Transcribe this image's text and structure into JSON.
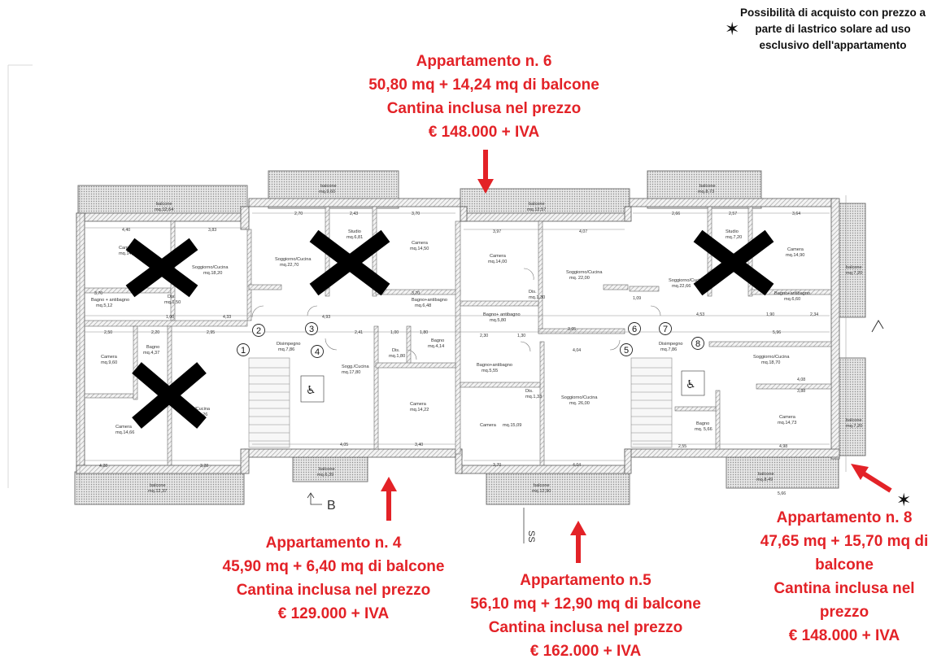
{
  "note": {
    "lines": [
      "Possibilità di acquisto con prezzo a",
      "parte di lastrico solare ad uso",
      "esclusivo dell'appartamento"
    ]
  },
  "apartments": {
    "a6": {
      "lines": [
        "Appartamento n. 6",
        "50,80 mq + 14,24 mq di balcone",
        "Cantina inclusa nel prezzo",
        "€ 148.000 + IVA"
      ]
    },
    "a4": {
      "lines": [
        "Appartamento n. 4",
        "45,90 mq + 6,40 mq di balcone",
        "Cantina inclusa nel prezzo",
        "€ 129.000 + IVA"
      ]
    },
    "a5": {
      "lines": [
        "Appartamento n.5",
        "56,10 mq + 12,90 mq di balcone",
        "Cantina inclusa nel prezzo",
        "€ 162.000 + IVA"
      ]
    },
    "a8": {
      "lines": [
        "Appartamento n. 8",
        "47,65 mq + 15,70 mq di",
        "balcone",
        "Cantina inclusa nel",
        "prezzo",
        "€ 148.000 + IVA"
      ]
    }
  },
  "colors": {
    "accent": "#e32227",
    "wall": "#7a7a7a",
    "cross": "#000000"
  },
  "plan": {
    "section_label": "B",
    "section_label_2": "SS",
    "circles": [
      "1",
      "2",
      "3",
      "4",
      "5",
      "6",
      "7",
      "8"
    ],
    "rooms": [
      {
        "name": "Camera",
        "area": "mq.14,"
      },
      {
        "name": "Soggiorno/Cucina",
        "area": "mq.18,20"
      },
      {
        "name": "Dis.",
        "area": "mq.1,50"
      },
      {
        "name": "Bagno + antibagno",
        "area": "mq.5,12"
      },
      {
        "name": "Soggiorno/Cucina",
        "area": "mq.22,70"
      },
      {
        "name": "Studio",
        "area": "mq.6,81"
      },
      {
        "name": "Camera",
        "area": "mq.14,50"
      },
      {
        "name": "Bagno+antibagno",
        "area": "mq.6,48"
      },
      {
        "name": "Camera",
        "area": "mq.14,00"
      },
      {
        "name": "Soggiorno/Cucina",
        "area": "mq. 22,00"
      },
      {
        "name": "Dis.",
        "area": "mq.1,30"
      },
      {
        "name": "Bagno+ antibagno",
        "area": "mq.5,80"
      },
      {
        "name": "Soggiorno/Cucina",
        "area": "mq.22,66"
      },
      {
        "name": "Studio",
        "area": "mq.7,20"
      },
      {
        "name": "Camera",
        "area": "mq.14,90"
      },
      {
        "name": "Bagno+antibagno",
        "area": "mq.6,60"
      },
      {
        "name": "Camera",
        "area": "mq.9,60"
      },
      {
        "name": "Bagno",
        "area": "mq.4,37"
      },
      {
        "name": "Camera",
        "area": "mq.14,66"
      },
      {
        "name": "Sogg/Cucina",
        "area": "mq.21,26"
      },
      {
        "name": "Disimpegno",
        "area": "mq.7,86"
      },
      {
        "name": "Sogg./Cucina",
        "area": "mq.17,80"
      },
      {
        "name": "Dis.",
        "area": "mq.1,80"
      },
      {
        "name": "Bagno",
        "area": "mq.4,14"
      },
      {
        "name": "Camera",
        "area": "mq.14,22"
      },
      {
        "name": "Bagno+antibagno",
        "area": "mq.5,55"
      },
      {
        "name": "Dis.",
        "area": "mq.1,33"
      },
      {
        "name": "Camera",
        "area": "mq.15,09"
      },
      {
        "name": "Soggiorno/Cucina",
        "area": "mq. 26,00"
      },
      {
        "name": "Disimpegno",
        "area": "mq.7,86"
      },
      {
        "name": "Soggiorno/Cucina",
        "area": "mq.18,70"
      },
      {
        "name": "Bagno",
        "area": "mq. 5,66"
      },
      {
        "name": "Camera",
        "area": "mq.14,73"
      }
    ],
    "balconies": [
      {
        "name": "balcone",
        "area": "mq.12,64"
      },
      {
        "name": "balcone",
        "area": "mq.9,60"
      },
      {
        "name": "balcone",
        "area": "mq.12,57"
      },
      {
        "name": "balcone",
        "area": "mq.8,73"
      },
      {
        "name": "balcone",
        "area": "mq.7,20"
      },
      {
        "name": "balcone",
        "area": "mq.12,37"
      },
      {
        "name": "balcone",
        "area": "mq.6,39"
      },
      {
        "name": "balcone",
        "area": "mq.12,90"
      },
      {
        "name": "balcone",
        "area": "mq.8,49"
      },
      {
        "name": "balcone",
        "area": "mq.7,20"
      }
    ],
    "dims": [
      "4,40",
      "3,83",
      "2,70",
      "2,43",
      "3,70",
      "3,97",
      "4,07",
      "2,66",
      "2,57",
      "3,64",
      "3,70",
      "1,00",
      "4,33",
      "4,93",
      "3,70",
      "2,30",
      "1,30",
      "3,05",
      "1,09",
      "4,53",
      "1,90",
      "2,34",
      "2,50",
      "2,20",
      "2,95",
      "2,41",
      "1,00",
      "1,80",
      "4,04",
      "5,96",
      "4,08",
      "3,88",
      "4,05",
      "3,40",
      "3,70",
      "4,04",
      "2,55",
      "4,98",
      "4,28",
      "3,28",
      "5,66"
    ]
  }
}
